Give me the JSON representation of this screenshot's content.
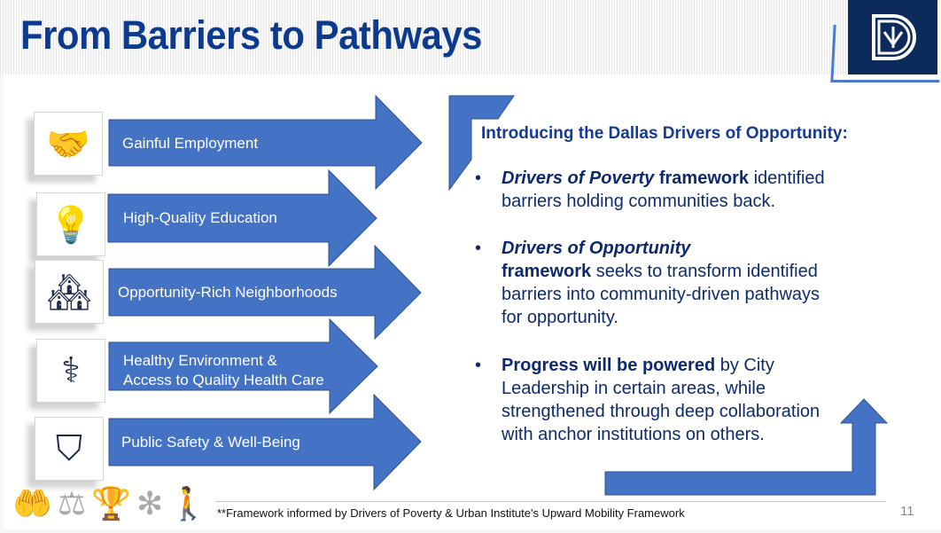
{
  "header": {
    "title": "From Barriers to Pathways",
    "logo": "City of Dallas D logo"
  },
  "drivers": [
    {
      "label": "Gainful Employment",
      "icon": "job-handshake-icon",
      "glyph": "🤝"
    },
    {
      "label": "High-Quality Education",
      "icon": "lightbulb-book-icon",
      "glyph": "💡"
    },
    {
      "label": "Opportunity-Rich Neighborhoods",
      "icon": "houses-icon",
      "glyph": "🏘"
    },
    {
      "label": "Healthy Environment &",
      "label2": "Access to Quality Health Care",
      "icon": "health-stethoscope-icon",
      "glyph": "⚕"
    },
    {
      "label": "Public Safety & Well-Being",
      "icon": "police-badge-icon",
      "glyph": "⛉"
    }
  ],
  "intro": {
    "heading": "Introducing the Dallas Drivers of Opportunity:",
    "bullets": [
      {
        "bi": "Drivers of Poverty",
        "b": " framework",
        "rest": " identified barriers holding communities back."
      },
      {
        "bi": "Drivers of Opportunity",
        "b": "framework",
        "rest": " seeks to transform identified barriers into community-driven pathways for opportunity."
      },
      {
        "b": "Progress will be powered",
        "rest": " by City Leadership in certain areas, while strengthened through deep collaboration with anchor institutions on others."
      }
    ]
  },
  "footer": {
    "note": "**Framework informed by Drivers of Poverty & Urban Institute's Upward Mobility Framework",
    "page": "11",
    "icons": [
      "caring-hands-icon",
      "scales-icon",
      "trophy-icon",
      "collaboration-icon",
      "people-icon"
    ]
  },
  "colors": {
    "arrow": "#4472c4",
    "title": "#0b3a8f",
    "text": "#0e2a6e",
    "logo": "#0c2a5c"
  }
}
